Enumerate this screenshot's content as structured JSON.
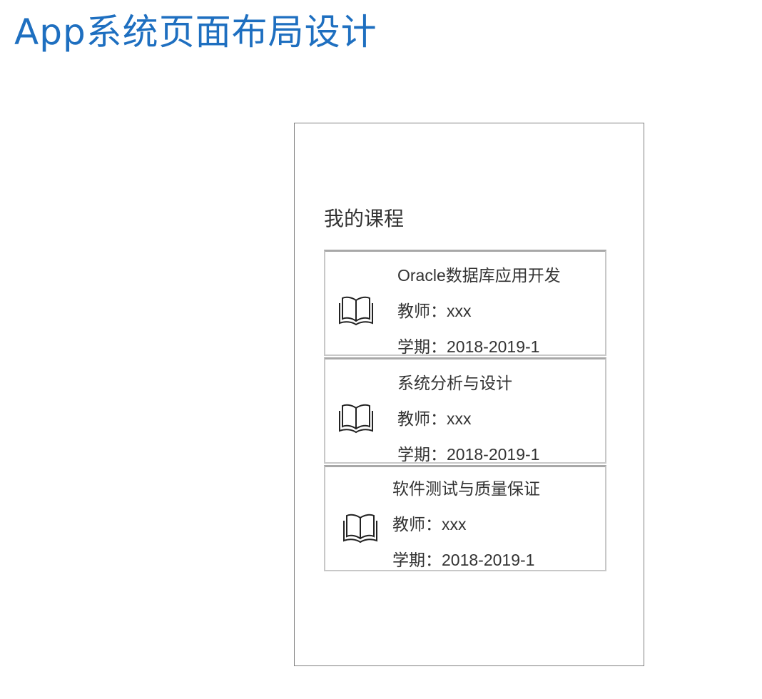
{
  "slide": {
    "title": "App系统页面布局设计"
  },
  "screen": {
    "heading": "我的课程",
    "courses": [
      {
        "name": "Oracle数据库应用开发",
        "teacher": "教师：xxx",
        "term": "学期：2018-2019-1",
        "icon": "book-icon"
      },
      {
        "name": "系统分析与设计",
        "teacher": "教师：xxx",
        "term": "学期：2018-2019-1",
        "icon": "book-icon"
      },
      {
        "name": "软件测试与质量保证",
        "teacher": "教师：xxx",
        "term": "学期：2018-2019-1",
        "icon": "book-icon"
      }
    ]
  },
  "colors": {
    "title": "#1e6fc0",
    "text": "#333333",
    "frame_border": "#808080",
    "card_border": "#c8c8c8"
  }
}
